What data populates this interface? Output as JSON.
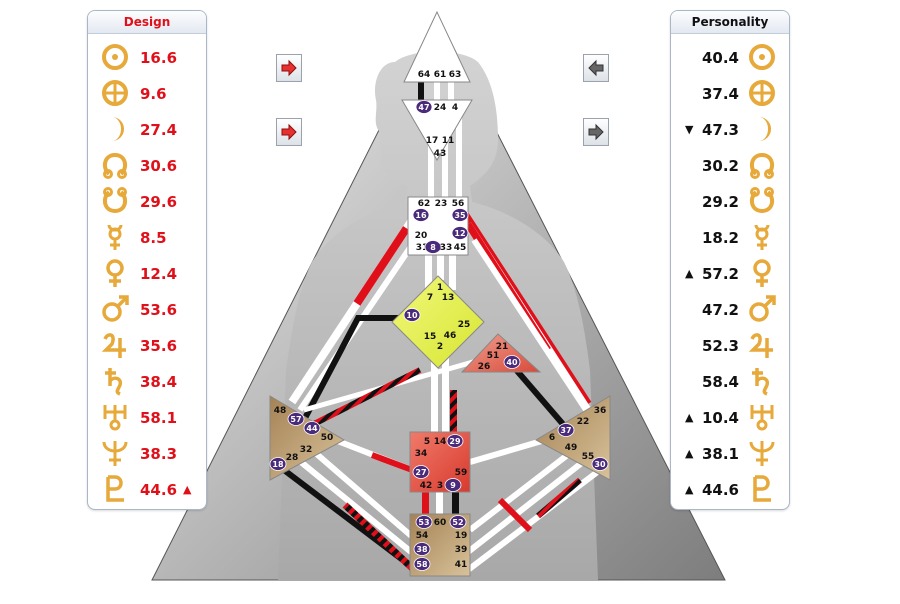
{
  "design": {
    "title": "Design",
    "rows": [
      {
        "planet": "sun-icon",
        "value": "16.6",
        "arrow": ""
      },
      {
        "planet": "earth-icon",
        "value": "9.6",
        "arrow": ""
      },
      {
        "planet": "moon-icon",
        "value": "27.4",
        "arrow": ""
      },
      {
        "planet": "north-node-icon",
        "value": "30.6",
        "arrow": ""
      },
      {
        "planet": "south-node-icon",
        "value": "29.6",
        "arrow": ""
      },
      {
        "planet": "mercury-icon",
        "value": "8.5",
        "arrow": ""
      },
      {
        "planet": "venus-icon",
        "value": "12.4",
        "arrow": ""
      },
      {
        "planet": "mars-icon",
        "value": "53.6",
        "arrow": ""
      },
      {
        "planet": "jupiter-icon",
        "value": "35.6",
        "arrow": ""
      },
      {
        "planet": "saturn-icon",
        "value": "38.4",
        "arrow": ""
      },
      {
        "planet": "uranus-icon",
        "value": "58.1",
        "arrow": ""
      },
      {
        "planet": "neptune-icon",
        "value": "38.3",
        "arrow": ""
      },
      {
        "planet": "pluto-icon",
        "value": "44.6",
        "arrow": "▲"
      }
    ]
  },
  "personality": {
    "title": "Personality",
    "rows": [
      {
        "planet": "sun-icon",
        "value": "40.4",
        "arrow": ""
      },
      {
        "planet": "earth-icon",
        "value": "37.4",
        "arrow": ""
      },
      {
        "planet": "moon-icon",
        "value": "47.3",
        "arrow": "▼"
      },
      {
        "planet": "north-node-icon",
        "value": "30.2",
        "arrow": ""
      },
      {
        "planet": "south-node-icon",
        "value": "29.2",
        "arrow": ""
      },
      {
        "planet": "mercury-icon",
        "value": "18.2",
        "arrow": ""
      },
      {
        "planet": "venus-icon",
        "value": "57.2",
        "arrow": "▲"
      },
      {
        "planet": "mars-icon",
        "value": "47.2",
        "arrow": ""
      },
      {
        "planet": "jupiter-icon",
        "value": "52.3",
        "arrow": ""
      },
      {
        "planet": "saturn-icon",
        "value": "58.4",
        "arrow": ""
      },
      {
        "planet": "uranus-icon",
        "value": "10.4",
        "arrow": "▲"
      },
      {
        "planet": "neptune-icon",
        "value": "38.1",
        "arrow": "▲"
      },
      {
        "planet": "pluto-icon",
        "value": "44.6",
        "arrow": "▲"
      }
    ]
  },
  "colors": {
    "design_red": "#e0101a",
    "personality_black": "#111111",
    "glyph_gold": "#e6a93a",
    "activated_gate": "#4a2a7a",
    "head_center": "#ffffff",
    "g_center": "#e6f24a",
    "center_brown": "#b09060",
    "sacral_red": "#e04a3a"
  },
  "nav_buttons": [
    {
      "name": "design-prev-button",
      "icon": "red-arrow-right-icon"
    },
    {
      "name": "design-next-button",
      "icon": "red-arrow-right-icon"
    },
    {
      "name": "personality-prev-button",
      "icon": "grey-arrow-left-icon"
    },
    {
      "name": "personality-next-button",
      "icon": "grey-arrow-right-icon"
    }
  ],
  "bodygraph": {
    "gates": [
      {
        "n": "64",
        "act": false
      },
      {
        "n": "61",
        "act": false
      },
      {
        "n": "63",
        "act": false
      },
      {
        "n": "47",
        "act": true
      },
      {
        "n": "24",
        "act": false
      },
      {
        "n": "4",
        "act": false
      },
      {
        "n": "17",
        "act": false
      },
      {
        "n": "11",
        "act": false
      },
      {
        "n": "43",
        "act": false
      },
      {
        "n": "62",
        "act": false
      },
      {
        "n": "23",
        "act": false
      },
      {
        "n": "56",
        "act": false
      },
      {
        "n": "16",
        "act": true
      },
      {
        "n": "35",
        "act": true
      },
      {
        "n": "20",
        "act": false
      },
      {
        "n": "12",
        "act": true
      },
      {
        "n": "31",
        "act": false
      },
      {
        "n": "8",
        "act": true
      },
      {
        "n": "33",
        "act": false
      },
      {
        "n": "45",
        "act": false
      },
      {
        "n": "1",
        "act": false
      },
      {
        "n": "7",
        "act": false
      },
      {
        "n": "13",
        "act": false
      },
      {
        "n": "10",
        "act": true
      },
      {
        "n": "25",
        "act": false
      },
      {
        "n": "15",
        "act": false
      },
      {
        "n": "46",
        "act": false
      },
      {
        "n": "2",
        "act": false
      },
      {
        "n": "21",
        "act": false
      },
      {
        "n": "51",
        "act": false
      },
      {
        "n": "26",
        "act": false
      },
      {
        "n": "40",
        "act": true
      },
      {
        "n": "48",
        "act": false
      },
      {
        "n": "57",
        "act": true
      },
      {
        "n": "44",
        "act": true
      },
      {
        "n": "50",
        "act": false
      },
      {
        "n": "32",
        "act": false
      },
      {
        "n": "28",
        "act": false
      },
      {
        "n": "18",
        "act": true
      },
      {
        "n": "36",
        "act": false
      },
      {
        "n": "22",
        "act": false
      },
      {
        "n": "37",
        "act": true
      },
      {
        "n": "6",
        "act": false
      },
      {
        "n": "49",
        "act": false
      },
      {
        "n": "55",
        "act": false
      },
      {
        "n": "30",
        "act": true
      },
      {
        "n": "5",
        "act": false
      },
      {
        "n": "14",
        "act": false
      },
      {
        "n": "29",
        "act": true
      },
      {
        "n": "34",
        "act": false
      },
      {
        "n": "27",
        "act": true
      },
      {
        "n": "59",
        "act": false
      },
      {
        "n": "42",
        "act": false
      },
      {
        "n": "3",
        "act": false
      },
      {
        "n": "9",
        "act": true
      },
      {
        "n": "53",
        "act": true
      },
      {
        "n": "60",
        "act": false
      },
      {
        "n": "52",
        "act": true
      },
      {
        "n": "54",
        "act": false
      },
      {
        "n": "19",
        "act": false
      },
      {
        "n": "38",
        "act": true
      },
      {
        "n": "39",
        "act": false
      },
      {
        "n": "58",
        "act": true
      },
      {
        "n": "41",
        "act": false
      }
    ]
  }
}
